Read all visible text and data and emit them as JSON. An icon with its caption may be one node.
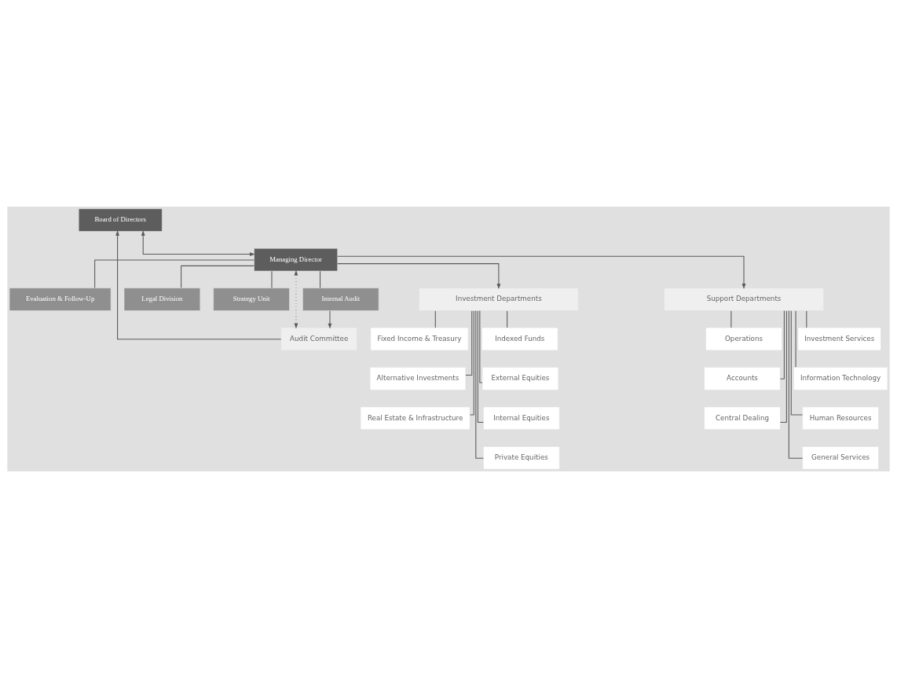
{
  "diagram": {
    "nodes": [
      {
        "text": [
          "Board of Directors"
        ]
      },
      {
        "text": [
          "Audit Committee"
        ]
      },
      {
        "text": [
          "Managing Director"
        ]
      },
      {
        "text": [
          "Evaluation & Follow-Up"
        ]
      },
      {
        "text": [
          "Legal Division"
        ]
      },
      {
        "text": [
          "Strategy Unit"
        ]
      },
      {
        "text": [
          "Internal Audit"
        ]
      },
      {
        "text": [
          "Investment Departments"
        ]
      },
      {
        "text": [
          "Support Departments"
        ]
      },
      {
        "text": [
          "Indexed Funds"
        ]
      },
      {
        "text": [
          "Fixed Income & Treasury"
        ]
      },
      {
        "text": [
          "External Equities"
        ]
      },
      {
        "text": [
          "Alternative Investments"
        ]
      },
      {
        "text": [
          "Internal Equities"
        ]
      },
      {
        "text": [
          "Real Estate & Infrastructure"
        ]
      },
      {
        "text": [
          "Private Equities"
        ]
      },
      {
        "text": [
          "Investment Services"
        ]
      },
      {
        "text": [
          "Operations"
        ]
      },
      {
        "text": [
          "Information Technology"
        ]
      },
      {
        "text": [
          "Accounts"
        ]
      },
      {
        "text": [
          "Human Resources"
        ]
      },
      {
        "text": [
          "Central Dealing"
        ]
      },
      {
        "text": [
          "General Services"
        ]
      }
    ],
    "edges": [
      {
        "from": 0,
        "to": 2,
        "arrow": "both"
      },
      {
        "from": 1,
        "to": 0,
        "arrow": "to"
      },
      {
        "from": 2,
        "to": 1,
        "arrow": "both",
        "style": "dashed"
      },
      {
        "from": 6,
        "to": 1,
        "arrow": "to"
      },
      {
        "from": 2,
        "to": 7,
        "arrow": "to"
      },
      {
        "from": 2,
        "to": 8,
        "arrow": "to"
      },
      {
        "from": 2,
        "to": 3,
        "arrow": "none"
      },
      {
        "from": 2,
        "to": 4,
        "arrow": "none"
      },
      {
        "from": 2,
        "to": 5,
        "arrow": "none"
      },
      {
        "from": 2,
        "to": 6,
        "arrow": "none"
      },
      {
        "from": 7,
        "to": 9,
        "arrow": "none"
      },
      {
        "from": 7,
        "to": 10,
        "arrow": "none"
      },
      {
        "from": 7,
        "to": 11,
        "arrow": "none"
      },
      {
        "from": 7,
        "to": 12,
        "arrow": "none"
      },
      {
        "from": 7,
        "to": 13,
        "arrow": "none"
      },
      {
        "from": 7,
        "to": 14,
        "arrow": "none"
      },
      {
        "from": 7,
        "to": 15,
        "arrow": "none"
      },
      {
        "from": 8,
        "to": 16,
        "arrow": "none"
      },
      {
        "from": 8,
        "to": 17,
        "arrow": "none"
      },
      {
        "from": 8,
        "to": 18,
        "arrow": "none"
      },
      {
        "from": 8,
        "to": 19,
        "arrow": "none"
      },
      {
        "from": 8,
        "to": 20,
        "arrow": "none"
      },
      {
        "from": 8,
        "to": 21,
        "arrow": "none"
      },
      {
        "from": 8,
        "to": 22,
        "arrow": "none"
      }
    ]
  }
}
